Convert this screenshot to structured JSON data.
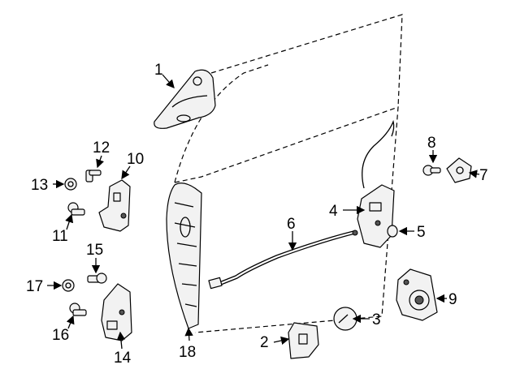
{
  "diagram": {
    "callouts": [
      "1",
      "2",
      "3",
      "4",
      "5",
      "6",
      "7",
      "8",
      "9",
      "10",
      "11",
      "12",
      "13",
      "14",
      "15",
      "16",
      "17",
      "18"
    ]
  }
}
